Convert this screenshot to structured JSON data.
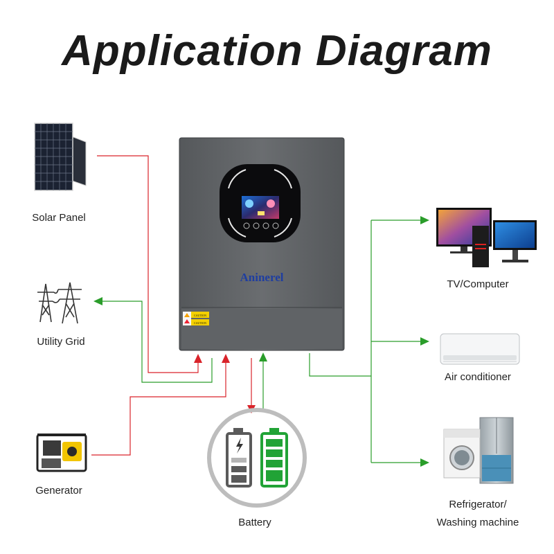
{
  "title": "Application Diagram",
  "labels": {
    "solar": "Solar Panel",
    "grid": "Utility Grid",
    "generator": "Generator",
    "tv": "TV/Computer",
    "ac": "Air conditioner",
    "fridge_line1": "Refrigerator/",
    "fridge_line2": "Washing machine",
    "battery": "Battery"
  },
  "brand": "Aninerel",
  "caution_1": "CAUTION",
  "caution_2": "CAUTION",
  "colors": {
    "input_line": "#d9232a",
    "output_line": "#2a9d2a",
    "inverter_body": "#5d6063",
    "battery_empty": "#5a5a5a",
    "battery_full": "#21a336"
  },
  "icons": [
    "solar-panel-icon",
    "pylon-icon",
    "generator-icon",
    "tv-computer-icon",
    "air-conditioner-icon",
    "fridge-washer-icon",
    "battery-icon"
  ]
}
